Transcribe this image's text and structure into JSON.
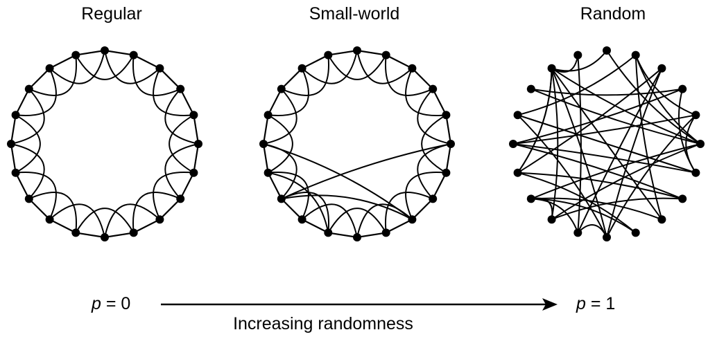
{
  "panels": [
    {
      "key": "regular",
      "title": "Regular",
      "nodes": 20,
      "k": 2,
      "rewired": []
    },
    {
      "key": "smallworld",
      "title": "Small-world",
      "nodes": 20,
      "k": 2,
      "rewired": [
        [
          15,
          8
        ],
        [
          13,
          8
        ],
        [
          5,
          13
        ],
        [
          11,
          14
        ]
      ]
    },
    {
      "key": "random",
      "title": "Random",
      "nodes": 20,
      "seed": 7
    }
  ],
  "axis": {
    "left": {
      "var": "p",
      "rest": " = 0"
    },
    "right": {
      "var": "p",
      "rest": " = 1"
    },
    "caption": "Increasing randomness"
  }
}
